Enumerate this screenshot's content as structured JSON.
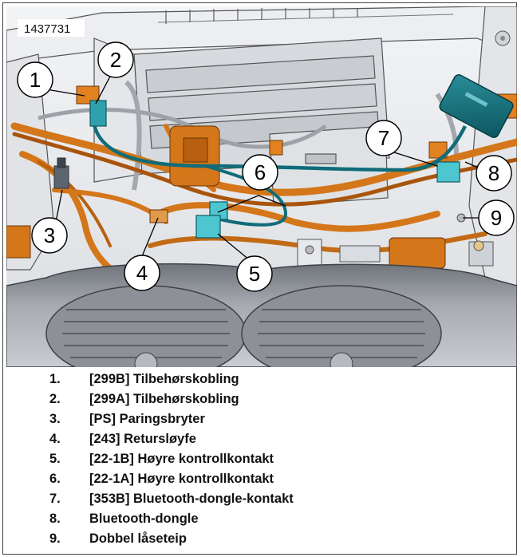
{
  "figure": {
    "figure_id": "1437731",
    "callouts": [
      "1",
      "2",
      "3",
      "4",
      "5",
      "6",
      "7",
      "8",
      "9"
    ]
  },
  "legend": [
    {
      "num": "1.",
      "text": "[299B] Tilbehørskobling"
    },
    {
      "num": "2.",
      "text": "[299A] Tilbehørskobling"
    },
    {
      "num": "3.",
      "text": "[PS] Paringsbryter"
    },
    {
      "num": "4.",
      "text": "[243] Retursløyfe"
    },
    {
      "num": "5.",
      "text": "[22-1B] Høyre kontrollkontakt"
    },
    {
      "num": "6.",
      "text": "[22-1A] Høyre kontrollkontakt"
    },
    {
      "num": "7.",
      "text": "[353B] Bluetooth-dongle-kontakt"
    },
    {
      "num": "8.",
      "text": "Bluetooth-dongle"
    },
    {
      "num": "9.",
      "text": "Dobbel låseteip"
    }
  ],
  "colors": {
    "harness": "#d4761a",
    "harness_dark": "#a9540c",
    "dongle_cable": "#0f6c78",
    "connector_cyan": "#4ec6d0",
    "panel": "#e7e9ec",
    "panel_dark": "#b9bec4",
    "dash": "#8c9096"
  }
}
